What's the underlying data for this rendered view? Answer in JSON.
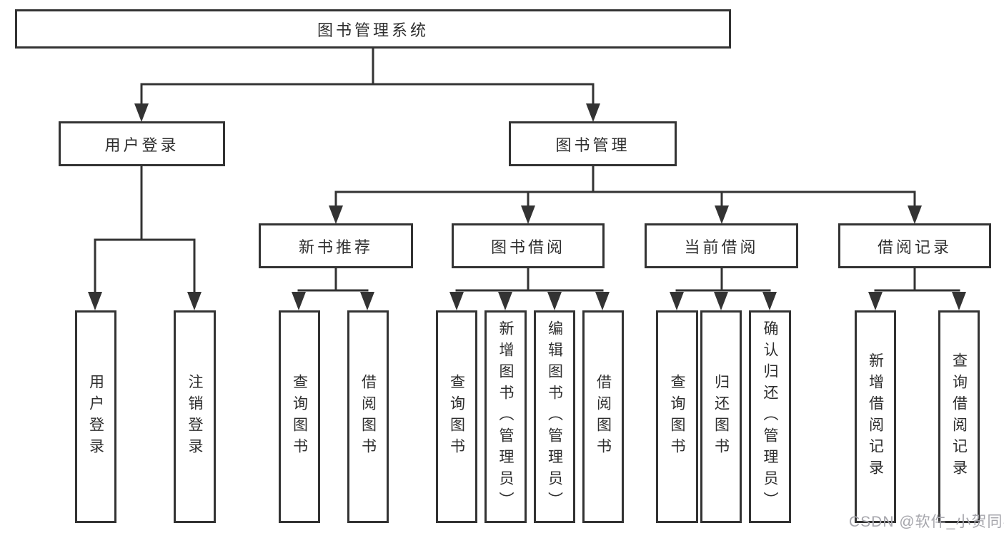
{
  "diagram_type": "functional-structure-tree",
  "colors": {
    "line": "#333333",
    "text": "#2e2e2e",
    "box_background": "#ffffff",
    "watermark": "#a6a6ac"
  },
  "tree": {
    "label": "图书管理系统",
    "children": [
      {
        "label": "用户登录",
        "children": [
          {
            "label": "用户登录"
          },
          {
            "label": "注销登录"
          }
        ]
      },
      {
        "label": "图书管理",
        "children": [
          {
            "label": "新书推荐",
            "children": [
              {
                "label": "查询图书"
              },
              {
                "label": "借阅图书"
              }
            ]
          },
          {
            "label": "图书借阅",
            "children": [
              {
                "label": "查询图书"
              },
              {
                "label": "新增图书（管理员）"
              },
              {
                "label": "编辑图书（管理员）"
              },
              {
                "label": "借阅图书"
              }
            ]
          },
          {
            "label": "当前借阅",
            "children": [
              {
                "label": "查询图书"
              },
              {
                "label": "归还图书"
              },
              {
                "label": "确认归还（管理员）"
              }
            ]
          },
          {
            "label": "借阅记录",
            "children": [
              {
                "label": "新增借阅记录"
              },
              {
                "label": "查询借阅记录"
              }
            ]
          }
        ]
      }
    ]
  },
  "watermark": {
    "text": "CSDN @软件_小贺同学"
  }
}
